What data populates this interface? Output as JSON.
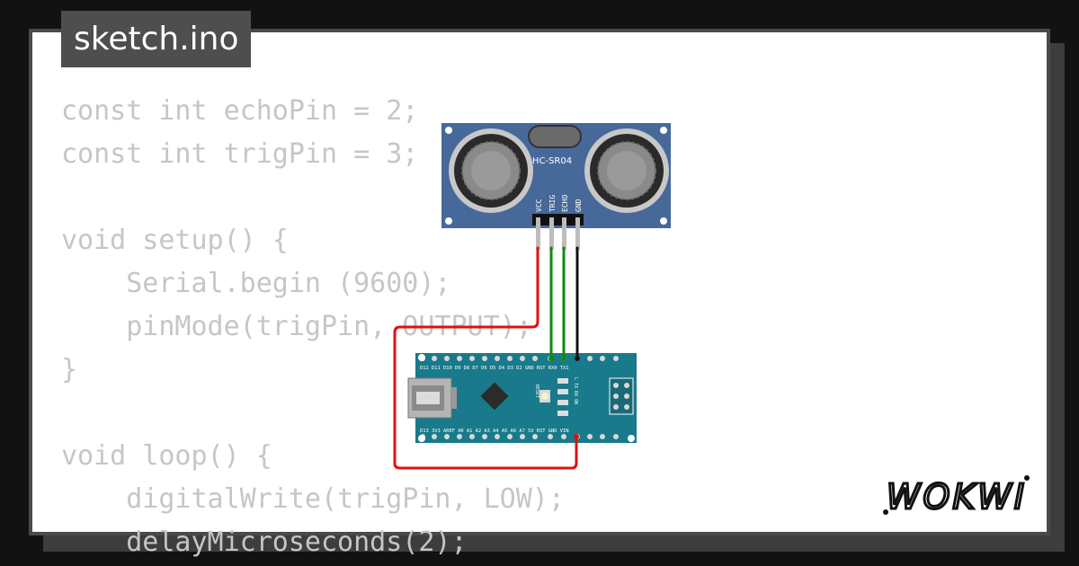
{
  "file_tab": {
    "title": "sketch.ino"
  },
  "code": {
    "lines": [
      "const int echoPin = 2;",
      "const int trigPin = 3;",
      "",
      "void setup() {",
      "    Serial.begin (9600);",
      "    pinMode(trigPin, OUTPUT);",
      "}",
      "",
      "void loop() {",
      "    digitalWrite(trigPin, LOW);",
      "    delayMicroseconds(2);"
    ]
  },
  "sensor": {
    "label": "HC-SR04",
    "pins": [
      "VCC",
      "TRIG",
      "ECHO",
      "GND"
    ],
    "color": "#46699a"
  },
  "arduino": {
    "top_pins": "D12 D11 D10 D9 D8 D7 D6 D5 D4 D3 D2 GND RST RX0 TX1",
    "bottom_pins": "D13 3V3 AREF A0 A1 A2 A3 A4 A5 A6 A7 5V RST GND VIN",
    "reset_label": "RESET",
    "led_labels": "L TX RX ON",
    "color": "#187a8a"
  },
  "wires": {
    "vcc_color": "#e01010",
    "signal_color": "#108a10",
    "gnd_color": "#111111"
  },
  "brand": {
    "logo": "WOKWI"
  }
}
